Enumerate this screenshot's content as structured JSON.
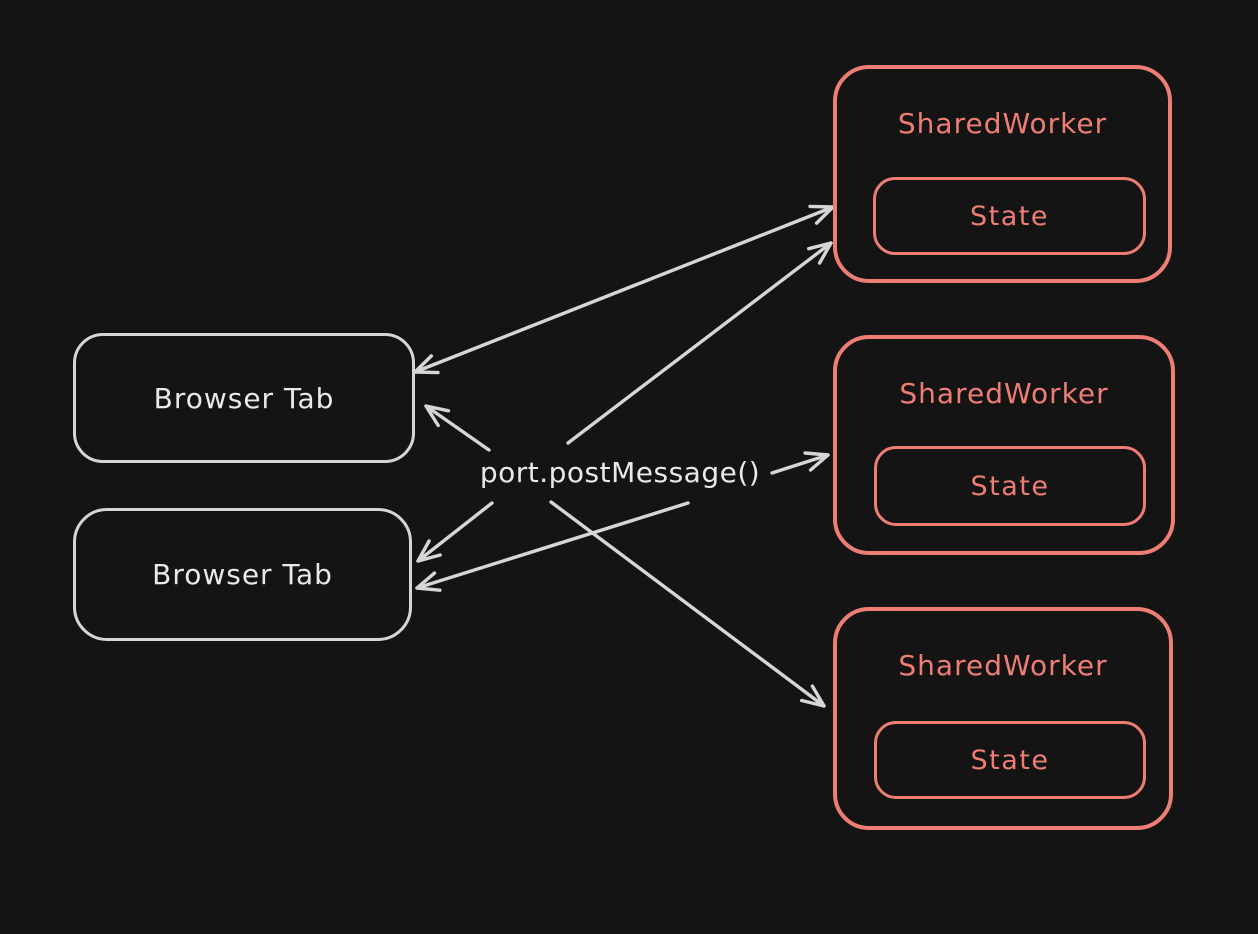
{
  "colors": {
    "background": "#141414",
    "light_stroke": "#d6d6d6",
    "light_text": "#e9e9e9",
    "accent": "#ee7e74"
  },
  "center_label": "port.postMessage()",
  "nodes": {
    "browser_tab_1": {
      "label": "Browser Tab"
    },
    "browser_tab_2": {
      "label": "Browser Tab"
    },
    "shared_worker_1": {
      "label": "SharedWorker",
      "state": {
        "label": "State"
      }
    },
    "shared_worker_2": {
      "label": "SharedWorker",
      "state": {
        "label": "State"
      }
    },
    "shared_worker_3": {
      "label": "SharedWorker",
      "state": {
        "label": "State"
      }
    }
  },
  "edges": [
    {
      "from": "browser_tab_1",
      "to": "shared_worker_1",
      "direction": "both"
    },
    {
      "from": "center_label",
      "to": "shared_worker_1",
      "direction": "to"
    },
    {
      "from": "center_label",
      "to": "browser_tab_1",
      "direction": "to"
    },
    {
      "from": "center_label",
      "to": "browser_tab_2",
      "direction": "to"
    },
    {
      "from": "center_label",
      "to": "shared_worker_2",
      "direction": "to"
    },
    {
      "from": "center_label",
      "to": "browser_tab_2",
      "direction": "to"
    },
    {
      "from": "center_label",
      "to": "shared_worker_3",
      "direction": "to"
    }
  ]
}
